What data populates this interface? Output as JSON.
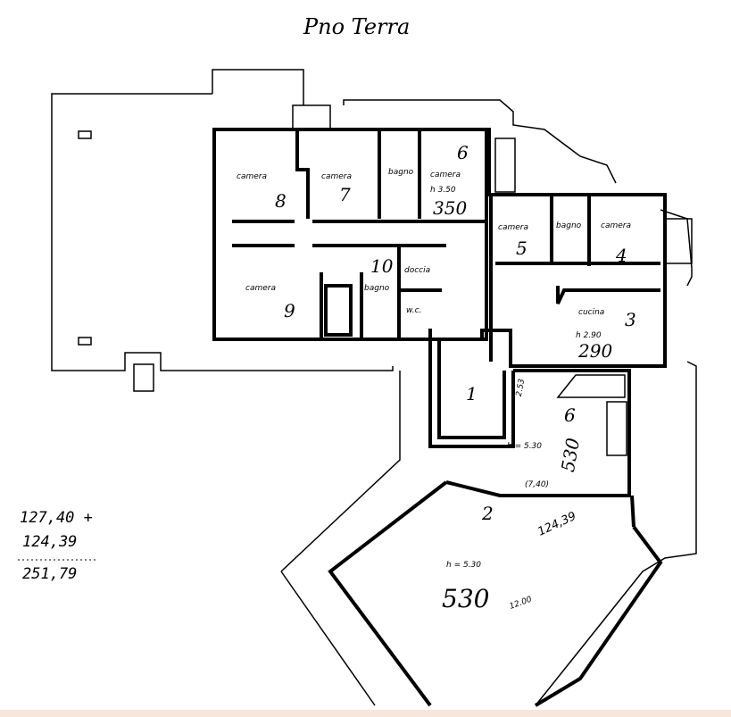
{
  "title": "Pno Terra",
  "rooms": [
    {
      "label": "camera",
      "number": "8"
    },
    {
      "label": "camera",
      "number": "7"
    },
    {
      "label": "bagno"
    },
    {
      "label": "camera",
      "number": "6",
      "height": "h 3.50",
      "height_big": "350"
    },
    {
      "label": "camera",
      "number": "9"
    },
    {
      "label": "bagno",
      "number": "10"
    },
    {
      "label": "doccia"
    },
    {
      "label": "w.c."
    },
    {
      "label": "camera",
      "number": "5"
    },
    {
      "label": "bagno"
    },
    {
      "label": "camera",
      "number": "4"
    },
    {
      "label": "cucina",
      "number": "3",
      "height": "h 2.90",
      "height_big": "290"
    },
    {
      "number": "1"
    },
    {
      "number": "6",
      "height": "h = 5.30",
      "height_big": "530",
      "dim": "2.53",
      "dim2": "(7,40)"
    },
    {
      "number": "2",
      "height": "h = 5.30",
      "height_big": "530",
      "dim": "12.00",
      "area": "124,39"
    }
  ],
  "notes": [
    "127,40 +",
    "124,39",
    "251,79"
  ]
}
